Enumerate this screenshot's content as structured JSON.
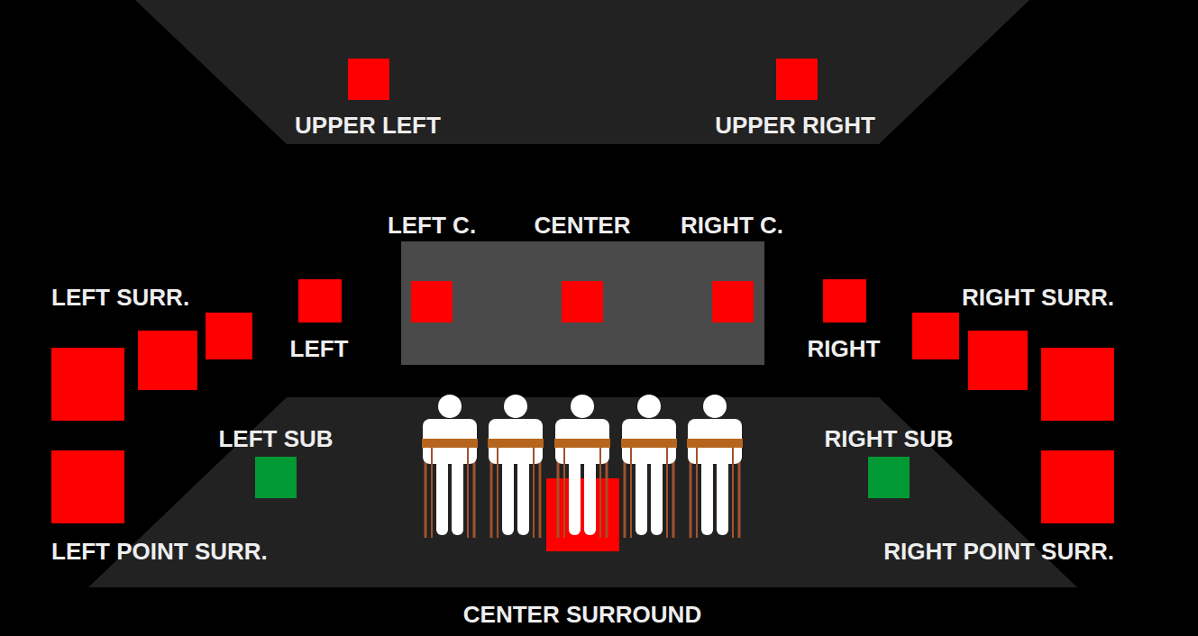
{
  "diagram": {
    "labels": [
      "UPPER LEFT",
      "UPPER RIGHT",
      "LEFT C.",
      "CENTER",
      "RIGHT C.",
      "LEFT SURR.",
      "RIGHT SURR.",
      "LEFT",
      "RIGHT",
      "LEFT SUB",
      "RIGHT SUB",
      "LEFT POINT SURR.",
      "RIGHT POINT SURR.",
      "CENTER SURROUND"
    ]
  }
}
